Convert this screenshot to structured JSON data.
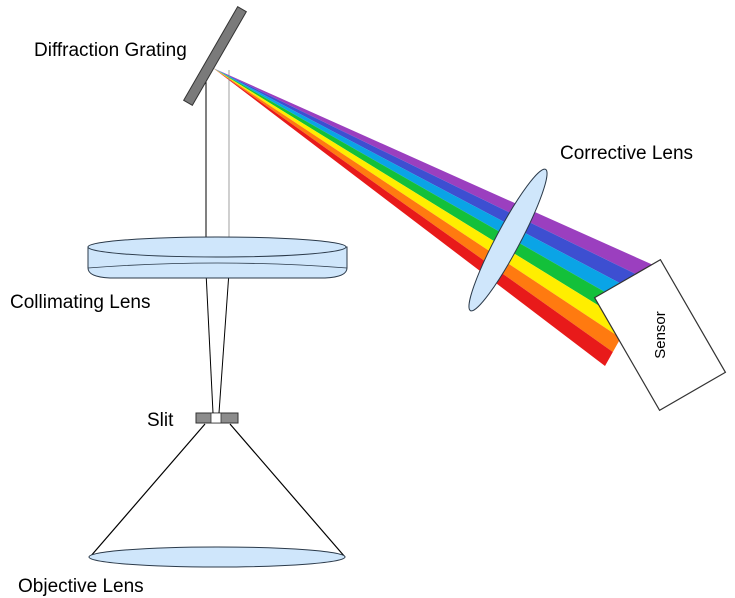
{
  "labels": {
    "diffraction_grating": "Diffraction Grating",
    "corrective_lens": "Corrective Lens",
    "collimating_lens": "Collimating Lens",
    "slit": "Slit",
    "objective_lens": "Objective Lens",
    "sensor": "Sensor"
  },
  "colors": {
    "lens_fill": "#cfe6fb",
    "lens_stroke": "#2b3a4a",
    "grating": "#7a7a7a",
    "slit": "#8c8c8c",
    "line": "#000000",
    "sensor_fill": "#ffffff"
  },
  "spectrum": [
    "#9b3fbf",
    "#3d4fd1",
    "#0aa4e6",
    "#13c03a",
    "#ffee00",
    "#ff7a10",
    "#e81a1a"
  ]
}
